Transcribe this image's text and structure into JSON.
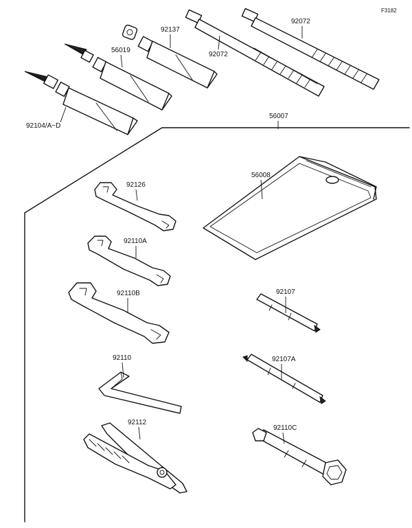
{
  "figure_code": "F3182",
  "labels": {
    "p92104": "92104/A~D",
    "p56019": "56019",
    "p92137": "92137",
    "p92072_a": "92072",
    "p92072_b": "92072",
    "p56007": "56007",
    "p56008": "56008",
    "p92126": "92126",
    "p92110A": "92110A",
    "p92110B": "92110B",
    "p92107": "92107",
    "p92107A": "92107A",
    "p92110": "92110",
    "p92112": "92112",
    "p92110C": "92110C"
  }
}
